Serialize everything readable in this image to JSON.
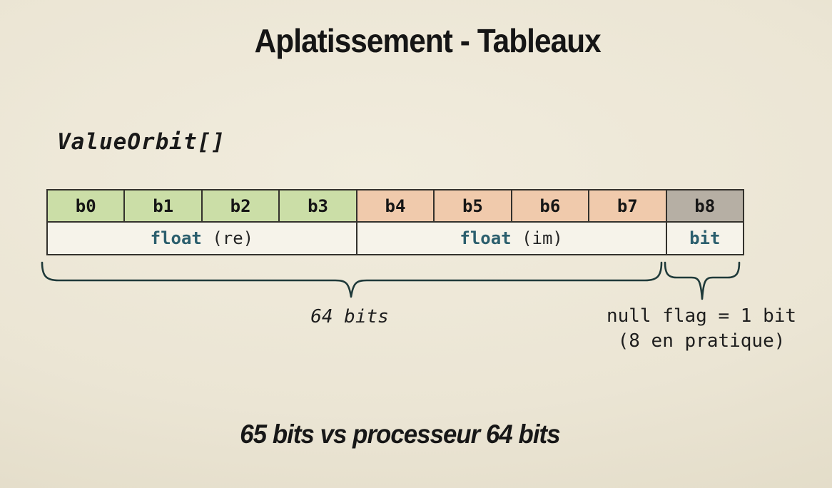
{
  "colors": {
    "bg-center": "#f1ecdd",
    "bg-corner": "#e0d9c4",
    "cell-green": "#cbdea7",
    "cell-salmon": "#f0caac",
    "cell-gray": "#b6afa4",
    "cell-row2": "#f6f3ea",
    "border": "#33312c",
    "keyword-teal": "#2b5e6d",
    "ink": "#1c1c1c",
    "brace": "#1f3a3a"
  },
  "title": "Aplatissement - Tableaux",
  "array_label": "ValueOrbit[]",
  "table": {
    "bytes": [
      "b0",
      "b1",
      "b2",
      "b3",
      "b4",
      "b5",
      "b6",
      "b7",
      "b8"
    ],
    "spans": [
      {
        "keyword": "float",
        "suffix": " (re)"
      },
      {
        "keyword": "float",
        "suffix": " (im)"
      },
      {
        "keyword": "bit",
        "suffix": ""
      }
    ]
  },
  "annotations": {
    "left_brace_label": "64 bits",
    "right_brace_label_line1": "null flag = 1 bit",
    "right_brace_label_line2": "(8 en pratique)"
  },
  "footer_note": "65 bits vs processeur 64 bits"
}
